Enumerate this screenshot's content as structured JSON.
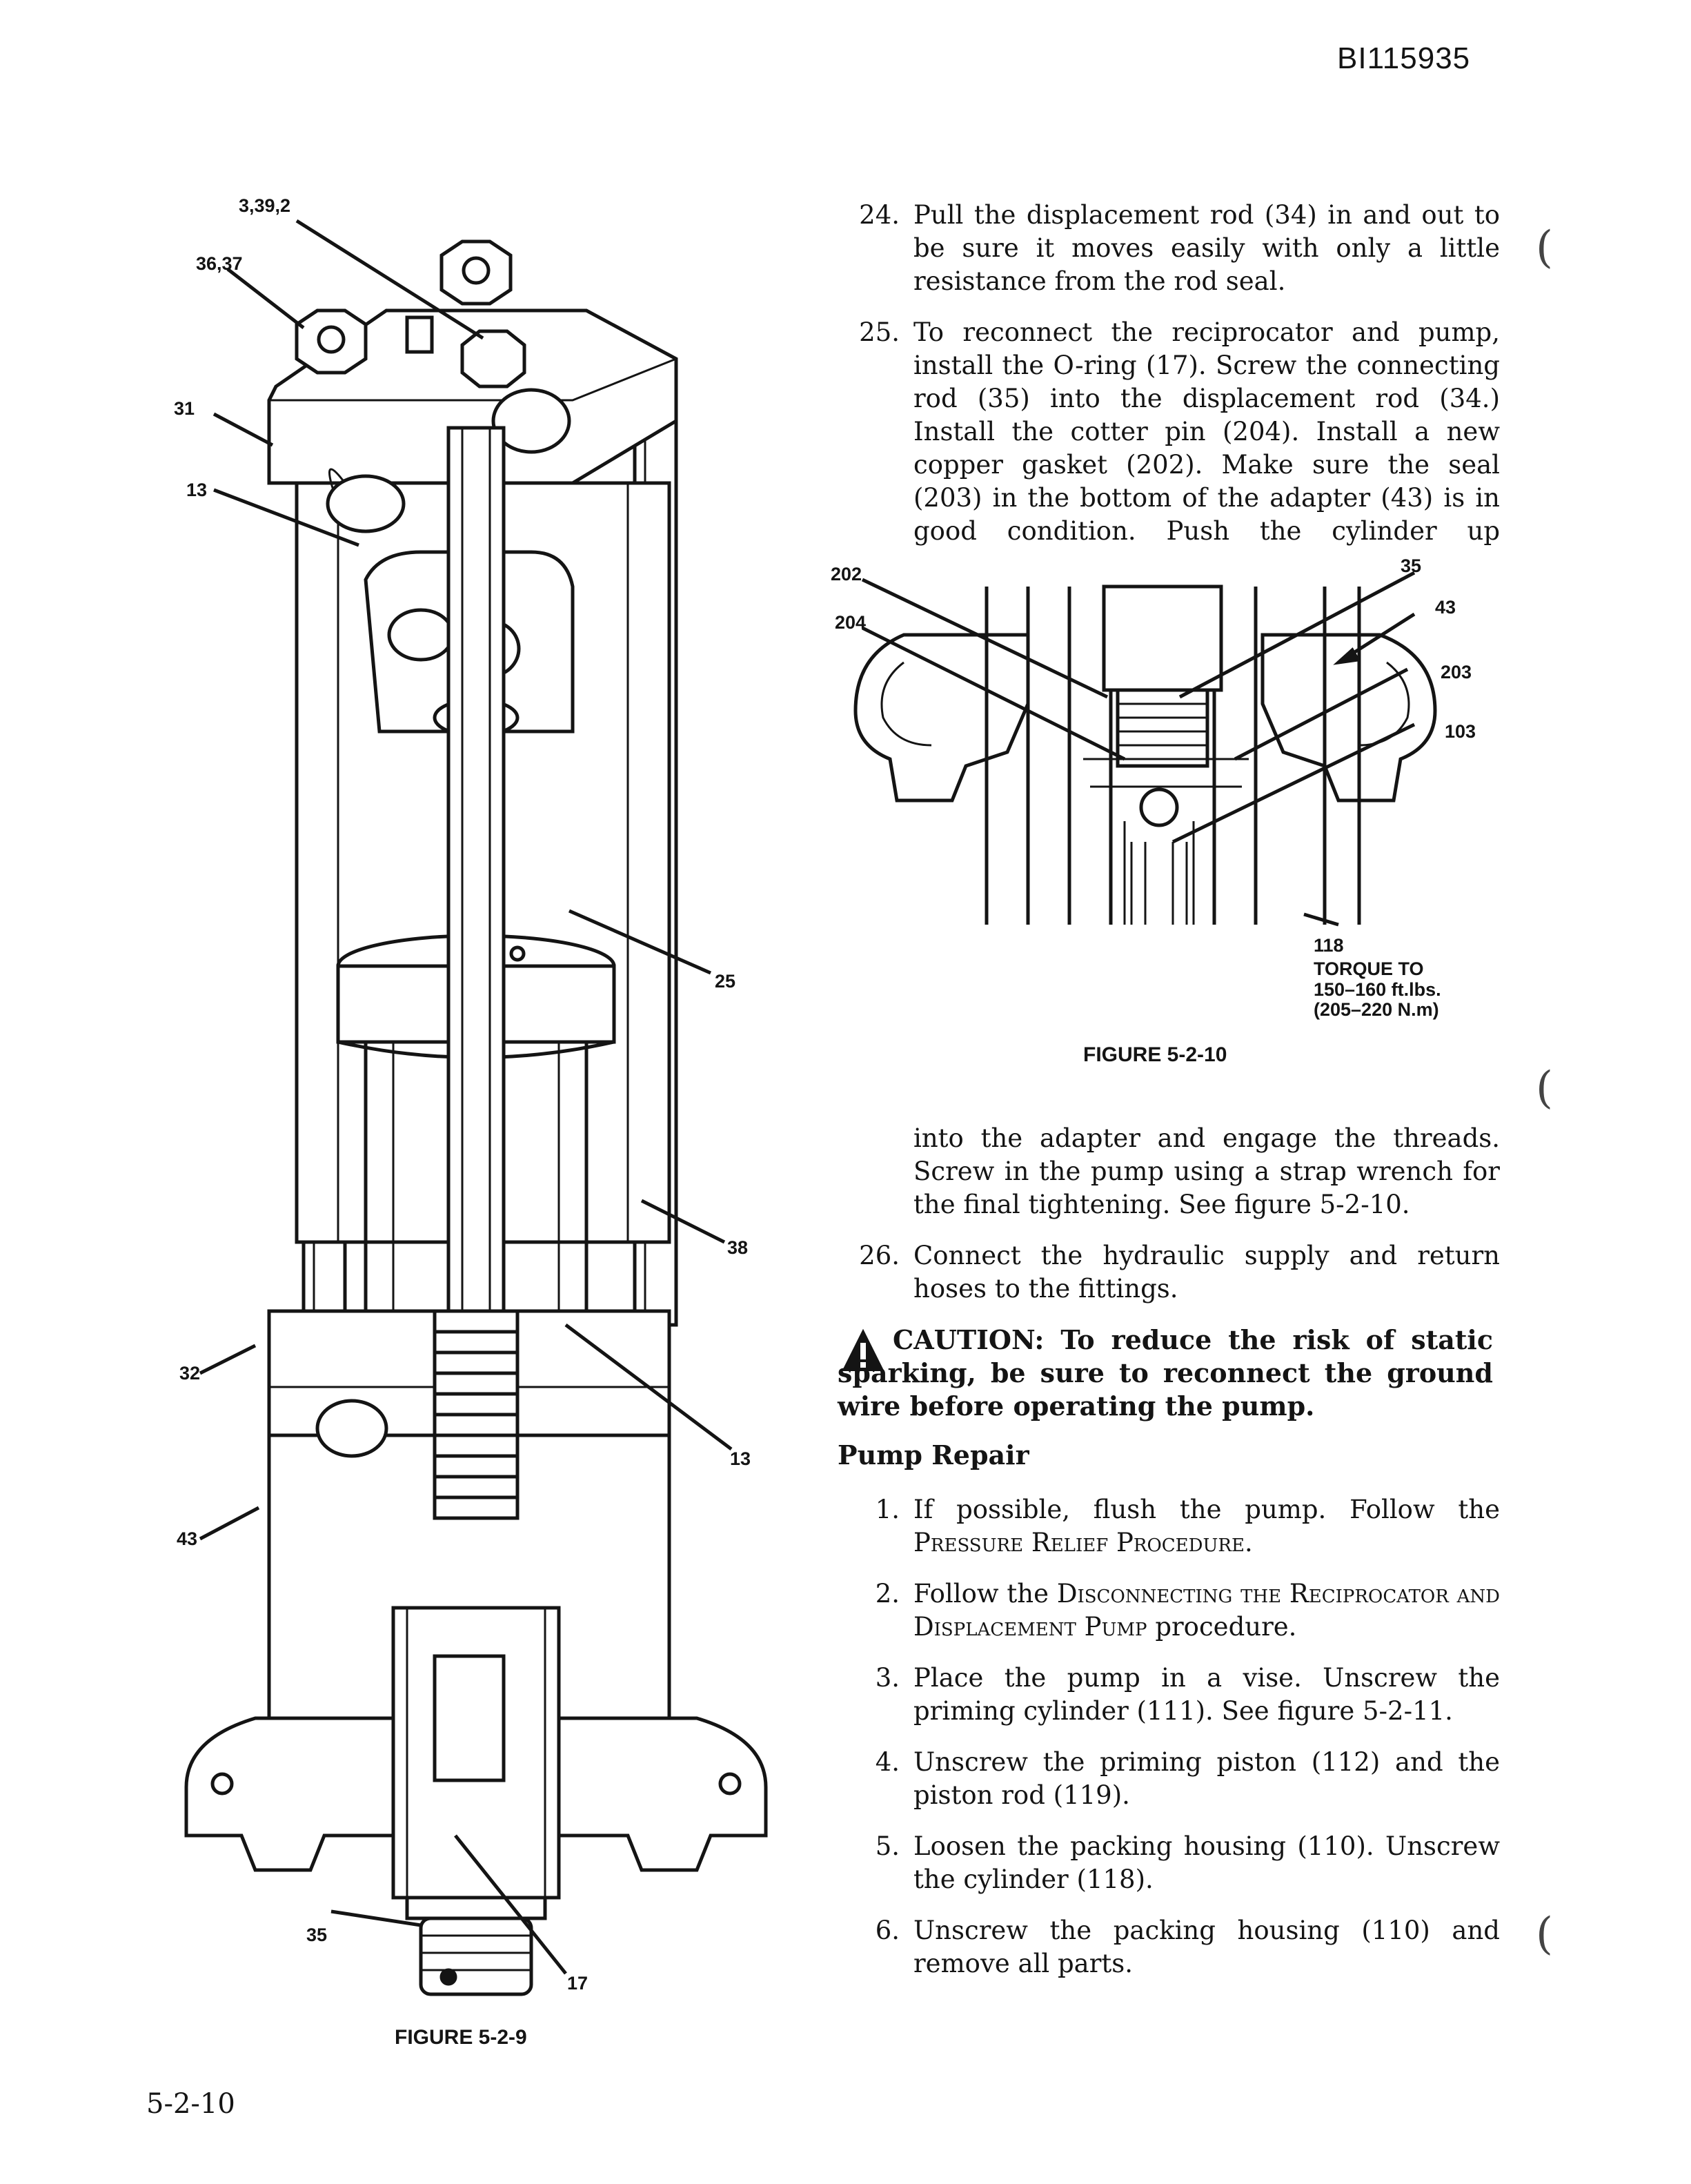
{
  "doc_id": "BI115935",
  "page_number": "5-2-10",
  "figure_9": {
    "caption": "FIGURE 5-2-9",
    "callouts": {
      "c_3_39_2": "3,39,2",
      "c_36_37": "36,37",
      "c_31": "31",
      "c_13_top": "13",
      "c_25": "25",
      "c_38": "38",
      "c_32": "32",
      "c_13_bottom": "13",
      "c_43": "43",
      "c_35": "35",
      "c_17": "17"
    }
  },
  "figure_10": {
    "caption": "FIGURE 5-2-10",
    "callouts": {
      "c_202": "202",
      "c_204": "204",
      "c_35": "35",
      "c_43": "43",
      "c_203": "203",
      "c_103": "103",
      "c_118": "118",
      "torque_note": "TORQUE TO\n150–160 ft.lbs.\n(205–220 N.m)"
    }
  },
  "steps_top": [
    {
      "num": "24.",
      "text": "Pull the displacement rod (34) in and out to be sure it moves easily with only a little resistance from the rod seal."
    },
    {
      "num": "25.",
      "text": "To reconnect the reciprocator and pump, install the O-ring (17). Screw the connecting rod (35) into the displacement rod (34.) Install the cotter pin (204). Install a new copper gasket (202). Make sure the seal (203) in the bottom of the adapter (43) is in good condition. Push the cylinder up"
    }
  ],
  "step_25_continued": "into the adapter and engage the threads. Screw in the pump using a strap wrench for the final tightening. See figure 5-2-10.",
  "step_26": {
    "num": "26.",
    "text": "Connect the hydraulic supply and return hoses to the fittings."
  },
  "caution": "CAUTION: To reduce the risk of static sparking, be sure to reconnect the ground wire before operating the pump.",
  "section_heading": "Pump Repair",
  "repair_steps": {
    "s1": {
      "num": "1.",
      "a": "If possible, flush the pump. Follow the",
      "b": "Pressure Relief Procedure."
    },
    "s2": {
      "num": "2.",
      "a": "Follow the",
      "b": "Disconnecting the Reciprocator and Displacement Pump",
      "c": "procedure."
    },
    "s3": {
      "num": "3.",
      "text": "Place the pump in a vise. Unscrew the priming cylinder (111). See figure 5-2-11."
    },
    "s4": {
      "num": "4.",
      "text": "Unscrew the priming piston (112) and the piston rod (119)."
    },
    "s5": {
      "num": "5.",
      "text": "Loosen the packing housing (110). Unscrew the cylinder (118)."
    },
    "s6": {
      "num": "6.",
      "text": "Unscrew the packing housing (110) and remove all parts."
    }
  }
}
